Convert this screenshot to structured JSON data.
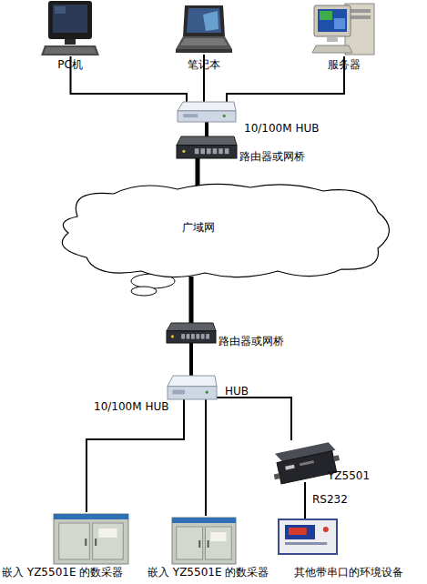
{
  "diagram": {
    "nodes": [
      {
        "text": [
          "PC机"
        ]
      },
      {
        "text": [
          "笔记本"
        ]
      },
      {
        "text": [
          "服务器"
        ]
      },
      {
        "text": [
          "10/100M HUB"
        ]
      },
      {
        "text": [
          "路由器或网桥"
        ]
      },
      {
        "text": [
          "广域网"
        ]
      },
      {
        "text": [
          "路由器或网桥"
        ]
      },
      {
        "text": [
          "10/100M HUB",
          "HUB"
        ]
      },
      {
        "text": [
          "YZ5501"
        ]
      },
      {
        "text": [
          "嵌入 YZ5501E 的数采器"
        ]
      },
      {
        "text": [
          "嵌入 YZ5501E 的数采器"
        ]
      },
      {
        "text": [
          "其他带串口的环境设备"
        ]
      }
    ],
    "edges": [
      {
        "from": 0,
        "to": 3,
        "arrow": "none"
      },
      {
        "from": 1,
        "to": 3,
        "arrow": "none"
      },
      {
        "from": 2,
        "to": 3,
        "arrow": "none"
      },
      {
        "from": 3,
        "to": 4,
        "arrow": "none"
      },
      {
        "from": 4,
        "to": 5,
        "arrow": "none"
      },
      {
        "from": 5,
        "to": 6,
        "arrow": "none"
      },
      {
        "from": 6,
        "to": 7,
        "arrow": "none"
      },
      {
        "from": 7,
        "to": 8,
        "arrow": "none"
      },
      {
        "from": 7,
        "to": 9,
        "arrow": "none"
      },
      {
        "from": 7,
        "to": 10,
        "arrow": "none"
      },
      {
        "from": 8,
        "to": 11,
        "label": "RS232",
        "arrow": "none"
      }
    ]
  }
}
